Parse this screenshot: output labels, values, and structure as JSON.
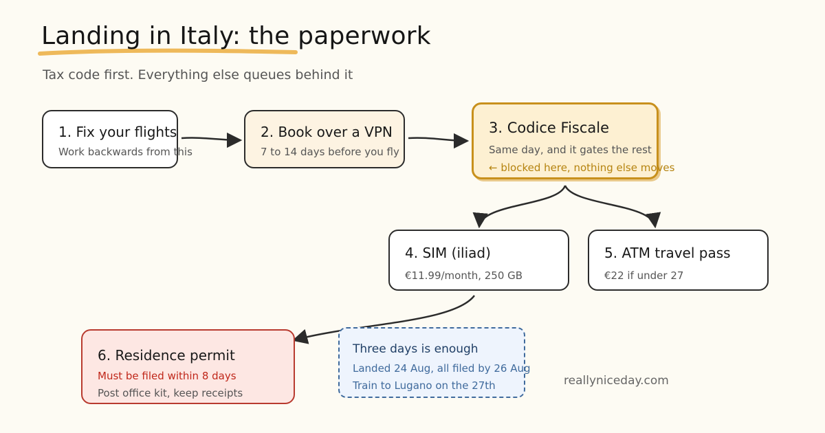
{
  "header": {
    "title": "Landing in Italy: the paperwork",
    "subtitle": "Tax code first. Everything else queues behind it"
  },
  "nodes": [
    {
      "title": "1. Fix your flights",
      "detail": "Work backwards from this"
    },
    {
      "title": "2. Book over a VPN",
      "detail": "7 to 14 days before you fly"
    },
    {
      "title": "3. Codice Fiscale",
      "detail": "Same day, and it gates the rest",
      "flag": "← blocked here, nothing else moves"
    },
    {
      "title": "4. SIM (iliad)",
      "detail": "€11.99/month, 250 GB"
    },
    {
      "title": "5. ATM travel pass",
      "detail": "€22 if under 27"
    },
    {
      "title": "6. Residence permit",
      "flag": "Must be filed within 8 days",
      "detail": "Post office kit, keep receipts"
    }
  ],
  "note": {
    "title": "Three days is enough",
    "lines": [
      "Landed 24 Aug, all filed by 26 Aug",
      "Train to Lugano on the 27th"
    ]
  },
  "footer": {
    "brand": "reallyniceday.com"
  },
  "colors": {
    "background": "#fdfbf3",
    "ink": "#2b2b2b",
    "title_underline": "#eeb95a",
    "blocked": "#c8901c",
    "deadline": "#b83a2e",
    "note": "#3f6a9c"
  }
}
